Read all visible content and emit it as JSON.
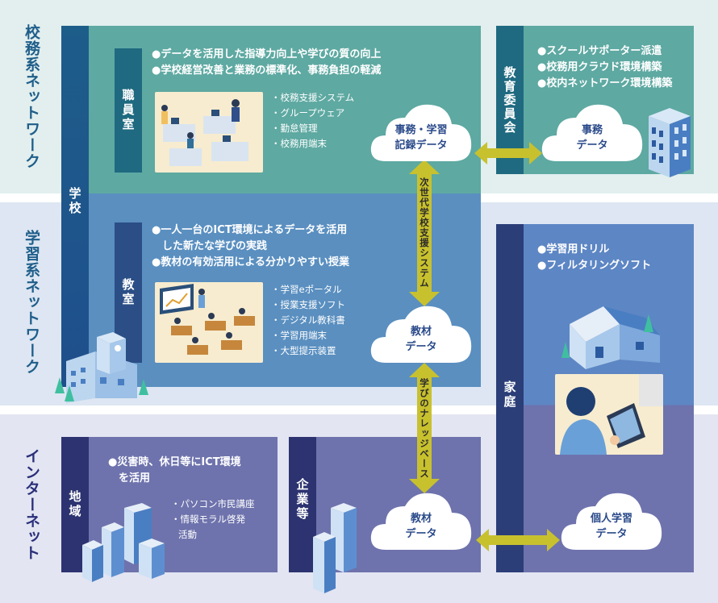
{
  "bands": {
    "admin": "校務系ネットワーク",
    "learning": "学習系ネットワーク",
    "internet": "インターネット"
  },
  "school": {
    "label": "学校",
    "staff_room": {
      "label": "職員室",
      "bullets": [
        "●データを活用した指導力向上や学びの質の向上",
        "●学校経営改善と業務の標準化、事務負担の軽減"
      ],
      "items": [
        "・校務支援システム",
        "・グループウェア",
        "・勤怠管理",
        "・校務用端末"
      ]
    },
    "classroom": {
      "label": "教室",
      "bullets": [
        "●一人一台のICT環境によるデータを活用",
        "した新たな学びの実践",
        "●教材の有効活用による分かりやすい授業"
      ],
      "items": [
        "・学習eポータル",
        "・授業支援ソフト",
        "・デジタル教科書",
        "・学習用端末",
        "・大型提示装置"
      ]
    }
  },
  "board": {
    "label": "教育委員会",
    "bullets": [
      "●スクールサポーター派遣",
      "●校務用クラウド環境構築",
      "●校内ネットワーク環境構築"
    ],
    "cloud": [
      "事務",
      "データ"
    ]
  },
  "home": {
    "label": "家庭",
    "bullets": [
      "●学習用ドリル",
      "●フィルタリングソフト"
    ]
  },
  "community": {
    "label": "地域",
    "bullets": [
      "●災害時、休日等にICT環境",
      "を活用"
    ],
    "items": [
      "・パソコン市民講座",
      "・情報モラル啓発",
      "活動"
    ]
  },
  "company": {
    "label": "企業等"
  },
  "clouds": {
    "records": [
      "事務・学習",
      "記録データ"
    ],
    "material_school": [
      "教材",
      "データ"
    ],
    "material_company": [
      "教材",
      "データ"
    ],
    "personal": [
      "個人学習",
      "データ"
    ]
  },
  "arrows": {
    "next_gen": "次世代学校支援システム",
    "knowledge": "学びのナレッジベース"
  },
  "colors": {
    "admin_band": "#e2efee",
    "learning_band": "#dde6f2",
    "internet_band": "#e3e5f2",
    "teal_panel": "#5ea9a2",
    "blue_panel": "#5d86c4",
    "purple_panel": "#6e73ad",
    "arrow": "#c8c12e",
    "cloud_text": "#2a4a8a"
  }
}
